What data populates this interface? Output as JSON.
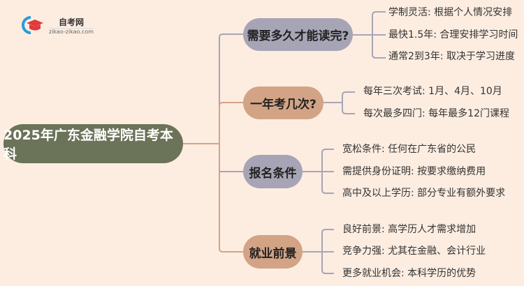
{
  "logo": {
    "title": "自考网",
    "url": "zikao-zikao.com"
  },
  "root": {
    "label": "2025年广东金融学院自考本科"
  },
  "branches": [
    {
      "label": "需要多久才能读完?",
      "leaves": [
        "学制灵活: 根据个人情况安排",
        "最快1.5年: 合理安排学习时间",
        "通常2到3年: 取决于学习进度"
      ]
    },
    {
      "label": "一年考几次?",
      "leaves": [
        "每年三次考试: 1月、4月、10月",
        "每次最多四门: 每年最多12门课程"
      ]
    },
    {
      "label": "报名条件",
      "leaves": [
        "宽松条件: 任何在广东省的公民",
        "需提供身份证明: 按要求缴纳费用",
        "高中及以上学历: 部分专业有额外要求"
      ]
    },
    {
      "label": "就业前景",
      "leaves": [
        "良好前景: 高学历人才需求增加",
        "竞争力强: 尤其在金融、会计行业",
        "更多就业机会: 本科学历的优势"
      ]
    }
  ],
  "colors": {
    "background": "#FDEDE1",
    "root": "#6B7358",
    "purple": "#A7A5B5",
    "tan": "#D3A386"
  }
}
